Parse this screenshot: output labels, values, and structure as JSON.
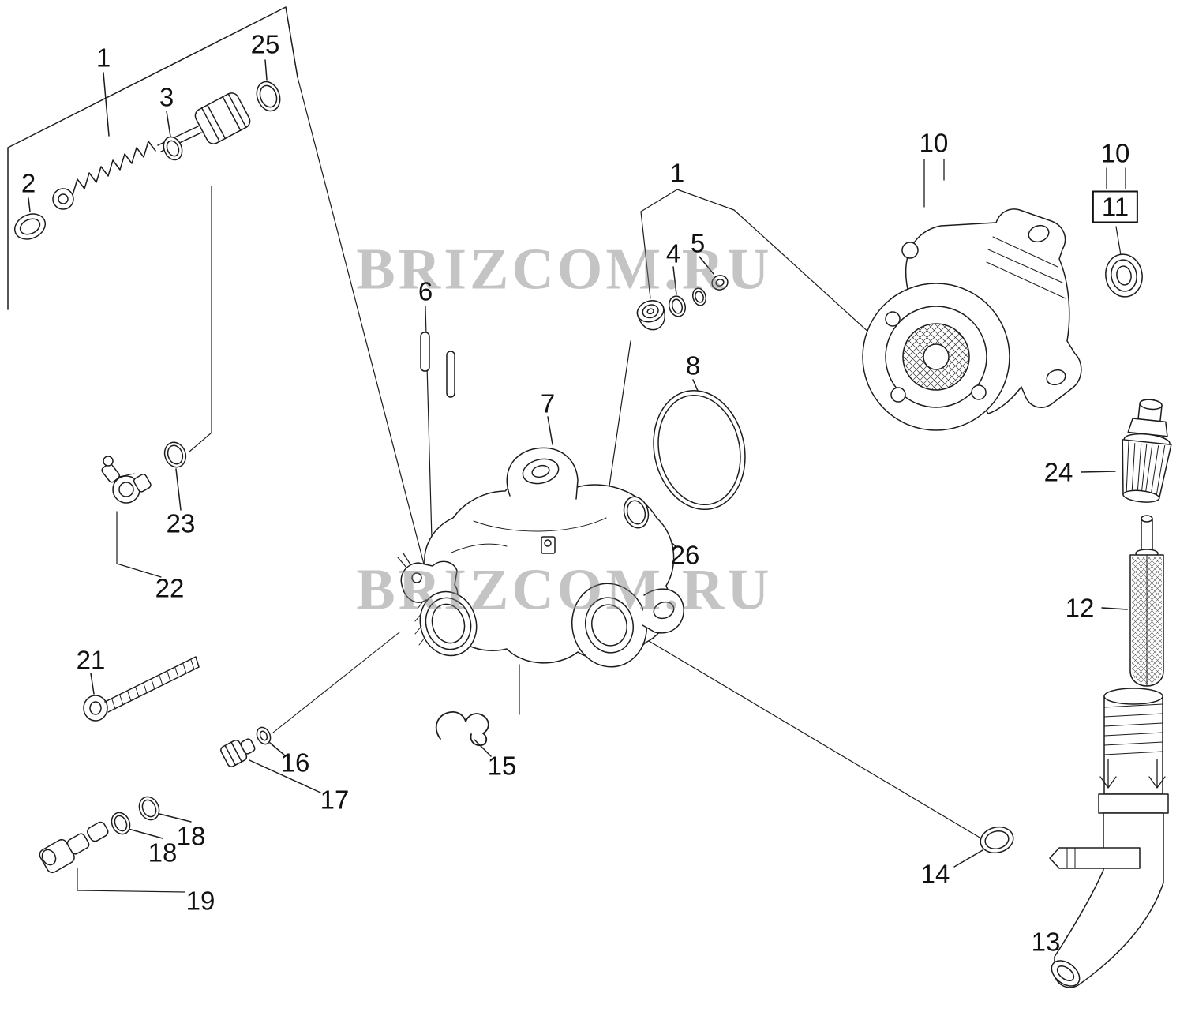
{
  "watermarks": [
    {
      "text": "BRIZCOM.RU"
    },
    {
      "text": "BRIZCOM.RU"
    }
  ],
  "callouts": [
    {
      "text": "1"
    },
    {
      "text": "2"
    },
    {
      "text": "3"
    },
    {
      "text": "25"
    },
    {
      "text": "22"
    },
    {
      "text": "23"
    },
    {
      "text": "21"
    },
    {
      "text": "16"
    },
    {
      "text": "17"
    },
    {
      "text": "18"
    },
    {
      "text": "18"
    },
    {
      "text": "19"
    },
    {
      "text": "6"
    },
    {
      "text": "7"
    },
    {
      "text": "15"
    },
    {
      "text": "26"
    },
    {
      "text": "8"
    },
    {
      "text": "1"
    },
    {
      "text": "4"
    },
    {
      "text": "5"
    },
    {
      "text": "10"
    },
    {
      "text": "10"
    },
    {
      "text": "11"
    },
    {
      "text": "24"
    },
    {
      "text": "12"
    },
    {
      "text": "13"
    },
    {
      "text": "14"
    }
  ]
}
